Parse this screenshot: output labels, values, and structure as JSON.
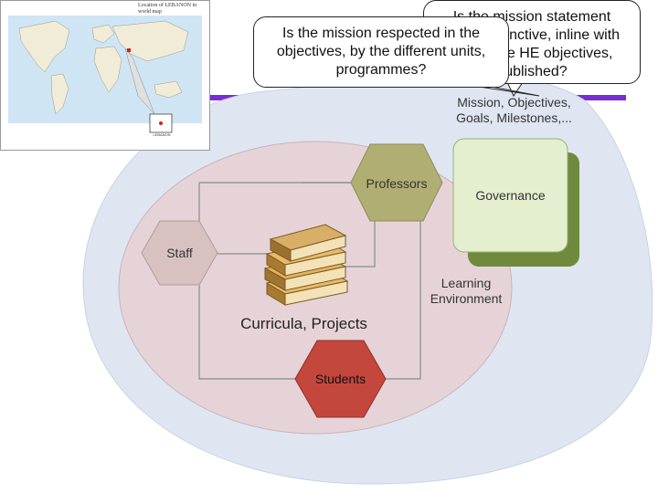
{
  "map": {
    "caption": "Location of LEBANON in world map",
    "inset_label": "LEBANON"
  },
  "callouts": {
    "mission_statement": "Is the mission statement clear, distinctive, inline with Lebanese HE objectives, published?",
    "mission_respected": "Is the mission respected in the objectives, by the different units, programmes?"
  },
  "labels": {
    "mission_goals": "Mission, Objectives, Goals, Milestones,...",
    "governance": "Governance",
    "professors": "Professors",
    "staff": "Staff",
    "students": "Students",
    "learning_environment": "Learning Environment",
    "curricula_projects": "Curricula, Projects"
  },
  "icons": {
    "books": "stack-of-books-icon",
    "map": "world-map-icon"
  },
  "colors": {
    "outer_blob": "#dfe6f2",
    "inner_ellipse": "#e6d3d8",
    "professors_hex": "#b0ae72",
    "staff_hex": "#d8c2c1",
    "students_hex": "#c4473d",
    "governance_front": "#e3efcf",
    "governance_shadow": "#6f8a3d",
    "accent_bar": "#7a2bd6"
  }
}
